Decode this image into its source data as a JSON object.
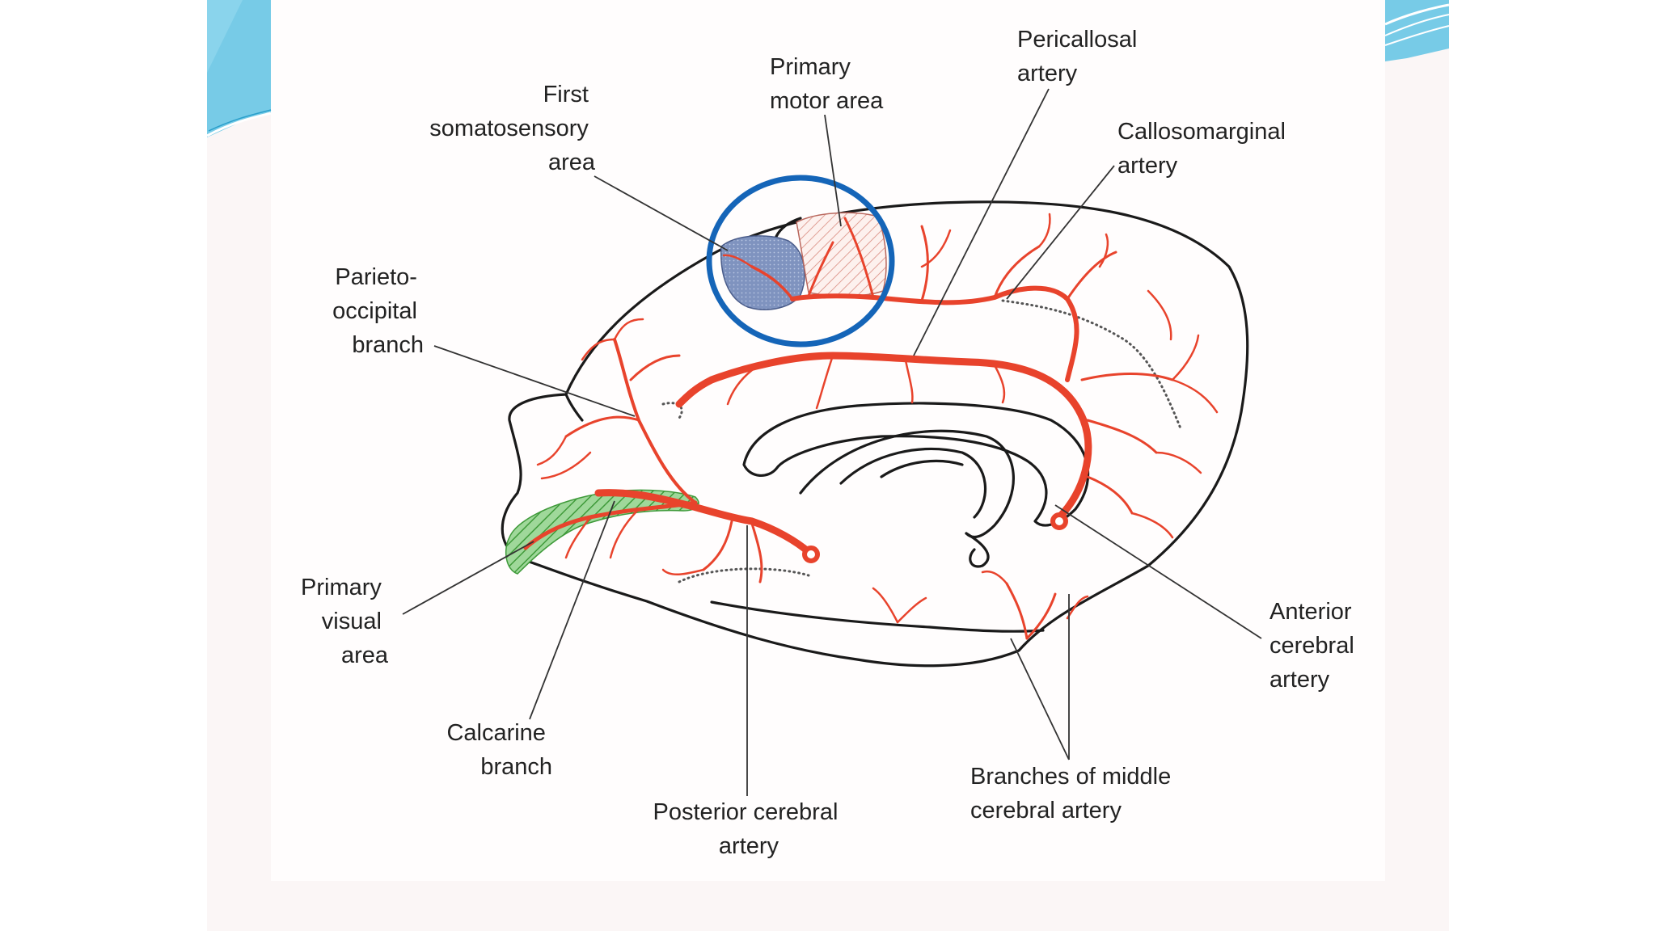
{
  "colors": {
    "artery": "#e8432c",
    "highlight_circle": "#1565b8",
    "visual_area": "#7cc576",
    "somatosensory_area": "#7f93bf",
    "slide_accent": "#5fc3e4"
  },
  "labels": {
    "first_somatosensory": [
      "First",
      "somatosensory",
      "area"
    ],
    "primary_motor": [
      "Primary",
      "motor area"
    ],
    "pericallosal": [
      "Pericallosal",
      "artery"
    ],
    "callosomarginal": [
      "Callosomarginal",
      "artery"
    ],
    "parieto_occipital": [
      "Parieto-",
      "occipital",
      "branch"
    ],
    "primary_visual": [
      "Primary",
      "visual",
      "area"
    ],
    "calcarine": [
      "Calcarine",
      "branch"
    ],
    "posterior_cerebral": [
      "Posterior cerebral",
      "artery"
    ],
    "middle_cerebral_branches": [
      "Branches of middle",
      "cerebral artery"
    ],
    "anterior_cerebral": [
      "Anterior",
      "cerebral",
      "artery"
    ]
  }
}
